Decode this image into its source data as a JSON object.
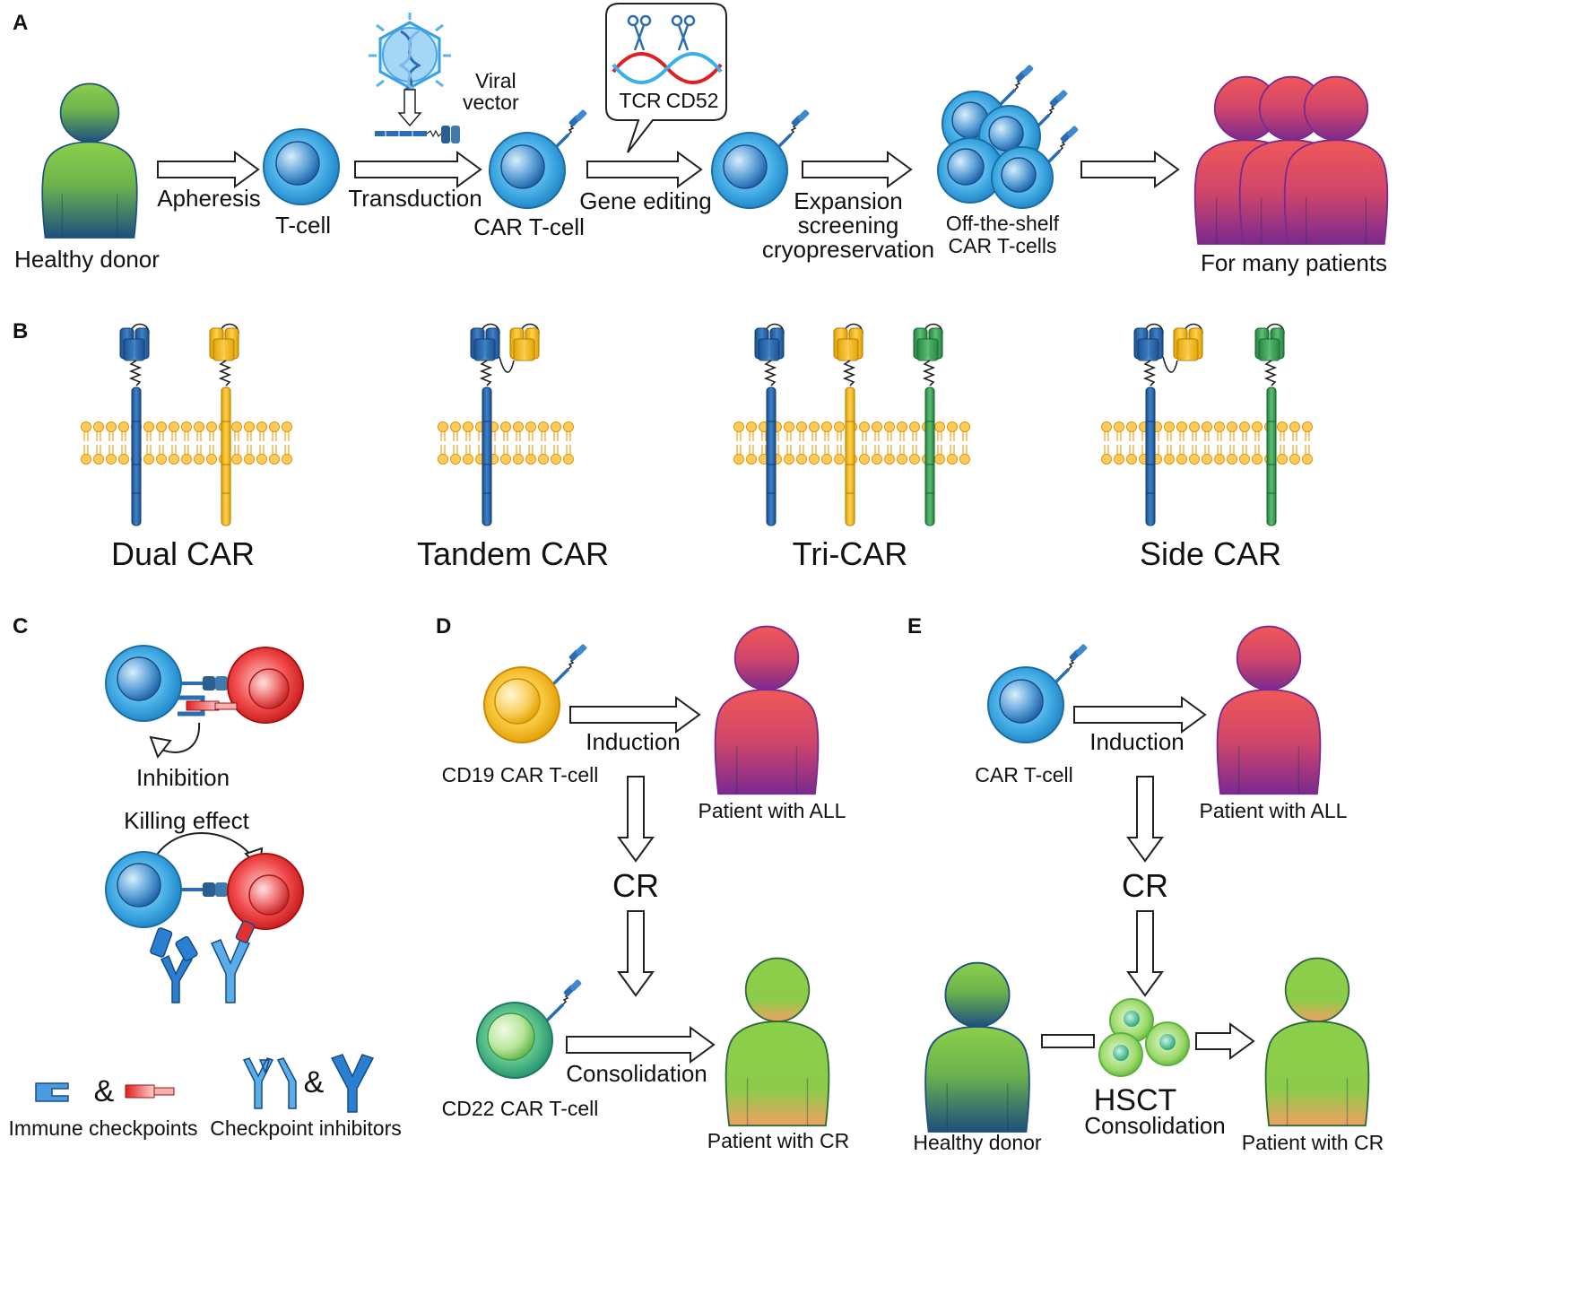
{
  "figure": {
    "panel_a": {
      "letter": "A",
      "labels": {
        "healthy_donor": "Healthy donor",
        "apheresis": "Apheresis",
        "t_cell": "T-cell",
        "viral_vector_line1": "Viral",
        "viral_vector_line2": "vector",
        "transduction": "Transduction",
        "car_t_cell": "CAR T-cell",
        "tcr": "TCR",
        "cd52": "CD52",
        "gene_editing": "Gene editing",
        "expansion_line1": "Expansion",
        "expansion_line2": "screening",
        "expansion_line3": "cryopreservation",
        "off_shelf_line1": "Off-the-shelf",
        "off_shelf_line2": "CAR T-cells",
        "for_many_patients": "For many patients"
      }
    },
    "panel_b": {
      "letter": "B",
      "labels": {
        "dual_car": "Dual CAR",
        "tandem_car": "Tandem CAR",
        "tri_car": "Tri-CAR",
        "side_car": "Side CAR"
      }
    },
    "panel_c": {
      "letter": "C",
      "labels": {
        "inhibition": "Inhibition",
        "killing_effect": "Killing effect",
        "amp1": "&",
        "amp2": "&",
        "immune_checkpoints": "Immune checkpoints",
        "checkpoint_inhibitors": "Checkpoint inhibitors"
      }
    },
    "panel_d": {
      "letter": "D",
      "labels": {
        "cd19_car_t_cell": "CD19 CAR T-cell",
        "induction": "Induction",
        "patient_with_all": "Patient with ALL",
        "cr": "CR",
        "cd22_car_t_cell": "CD22 CAR T-cell",
        "consolidation": "Consolidation",
        "patient_with_cr": "Patient with CR"
      }
    },
    "panel_e": {
      "letter": "E",
      "labels": {
        "car_t_cell": "CAR T-cell",
        "induction": "Induction",
        "patient_with_all": "Patient with ALL",
        "cr": "CR",
        "healthy_donor": "Healthy donor",
        "hsct": "HSCT",
        "consolidation": "Consolidation",
        "patient_with_cr": "Patient with CR"
      }
    },
    "colors": {
      "cell_blue": "#3da6e0",
      "cell_red": "#e63a3a",
      "cell_yellow": "#f2b400",
      "cell_green": "#8fd06a",
      "receptor_blue": "#2a6db5",
      "receptor_yellow": "#f5b71e",
      "receptor_green": "#3aa457",
      "membrane": "#f5a623",
      "person_green": "#8bcf4a",
      "person_navy": "#1f4f7d",
      "person_red": "#ef5a5a",
      "person_purple": "#7b2a8e",
      "person_orange": "#f0a060"
    }
  }
}
